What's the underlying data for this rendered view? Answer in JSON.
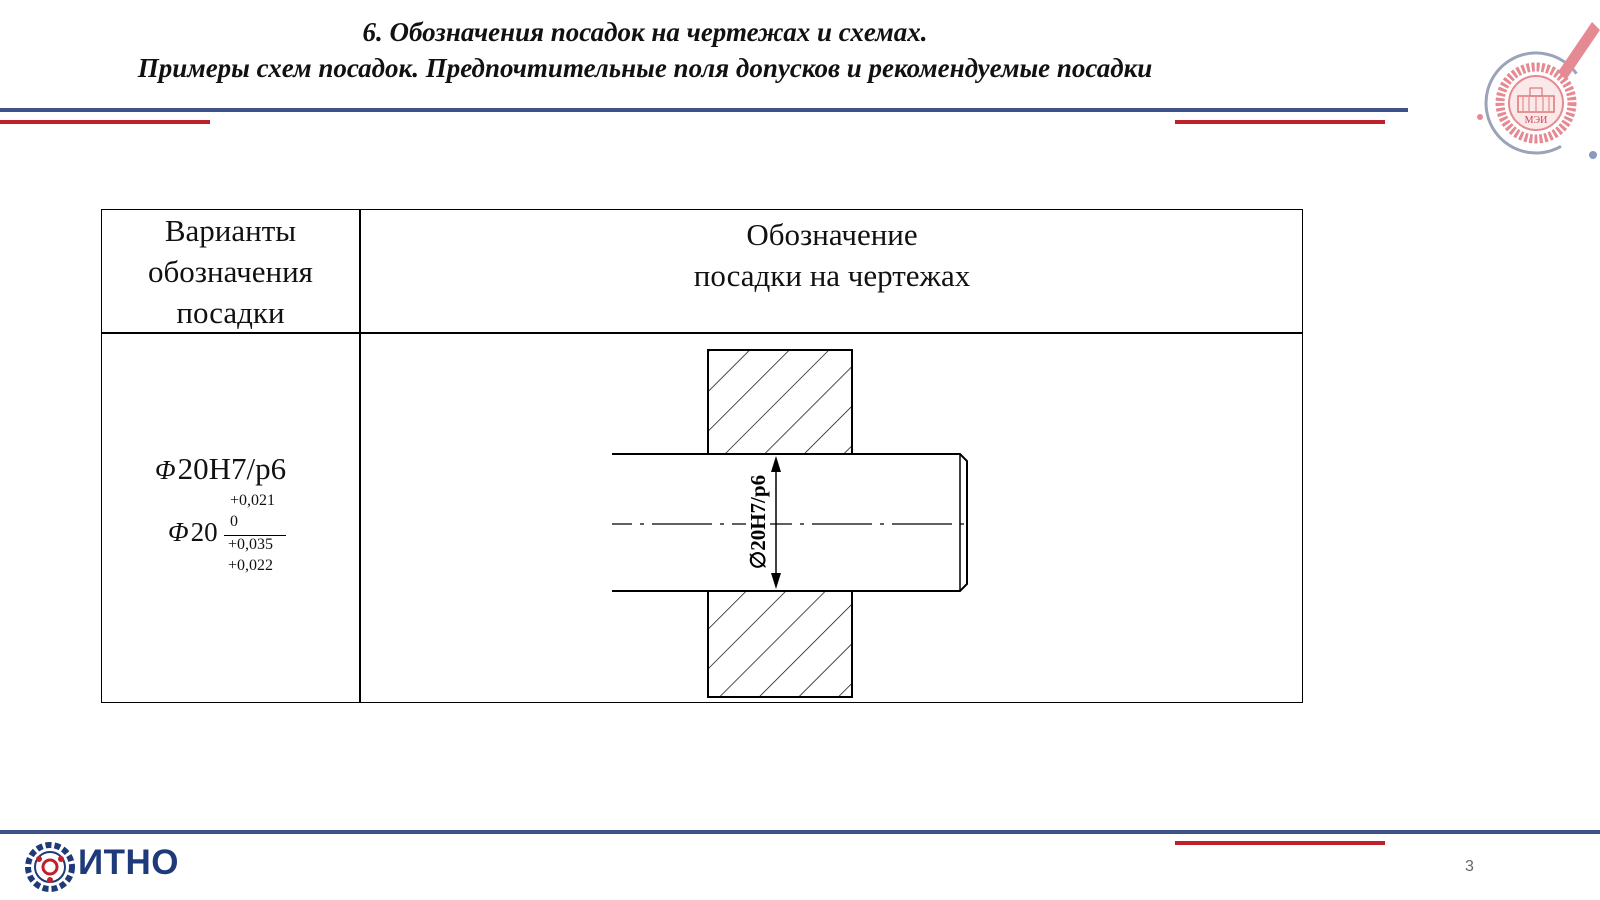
{
  "header": {
    "title_line1": "6. Обозначения посадок на чертежах и схемах.",
    "title_line2": "Примеры схем посадок. Предпочтительные поля допусков и рекомендуемые посадки"
  },
  "colors": {
    "navy": "#3f5288",
    "red": "#c0202a",
    "logo_pink": "#e58a92"
  },
  "table": {
    "col1_header": [
      "Варианты",
      "обозначения",
      "посадки"
    ],
    "col2_header": [
      "Обозначение",
      "посадки на чертежах"
    ],
    "fit_notation_1": {
      "symbol": "Φ",
      "value": "20H7/p6"
    },
    "fit_notation_2": {
      "symbol": "Φ",
      "nominal": "20",
      "hole_upper": "+0,021",
      "hole_lower": "0",
      "shaft_upper": "+0,035",
      "shaft_lower": "+0,022"
    },
    "drawing_label": "∅20H7/p6"
  },
  "logo_mei": {
    "text": "МЭИ"
  },
  "footer": {
    "logo_text": "ИТНО",
    "page_number": "3"
  }
}
